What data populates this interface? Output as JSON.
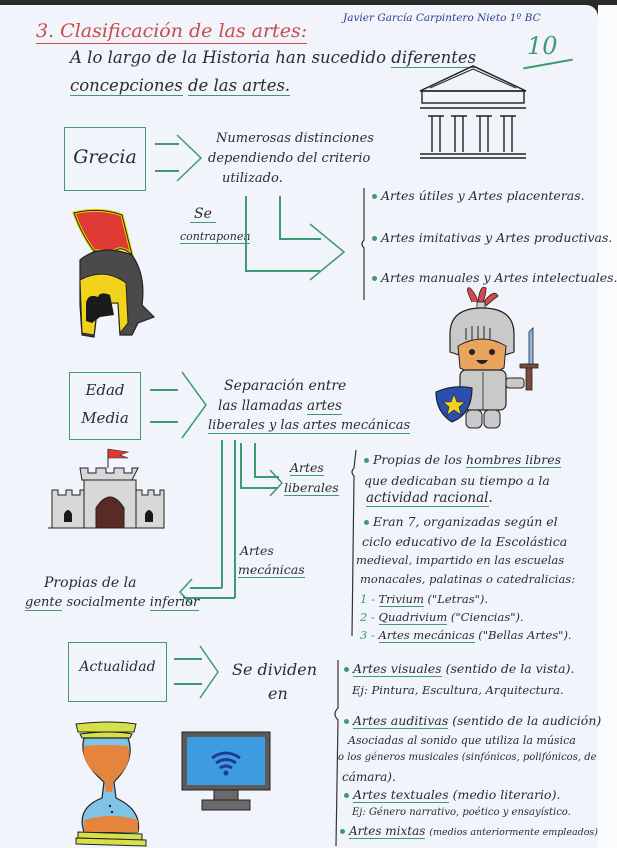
{
  "header": {
    "title": "3. Clasificación de las artes:",
    "author": "Javier García Carpintero Nieto 1º BC",
    "grade": "10"
  },
  "intro": {
    "line1_prefix": "A lo largo de la Historia han sucedido",
    "line1_underlined": "diferentes",
    "line2_underlined": "concepciones",
    "line2_suffix": "de las artes."
  },
  "grecia": {
    "box_label": "Grecia",
    "description": [
      "Numerosas distinciones",
      "dependiendo del criterio",
      "utilizado."
    ],
    "connector_label": [
      "Se",
      "contraponen"
    ],
    "items": [
      "Artes útiles y Artes placenteras.",
      "Artes imitativas y Artes productivas.",
      "Artes manuales y Artes intelectuales."
    ]
  },
  "edad_media": {
    "box_label": [
      "Edad",
      "Media"
    ],
    "description_line1": "Separación entre",
    "description_line2_prefix": "las llamadas",
    "description_line2_underlined": "artes",
    "description_line3": "liberales y las artes mecánicas",
    "liberales": {
      "label": [
        "Artes",
        "liberales"
      ],
      "point1_prefix": "Propias de los",
      "point1_underlined": "hombres libres",
      "point1_line2": "que dedicaban su tiempo a la",
      "point1_line3": "actividad racional",
      "point2_lines": [
        "Eran 7, organizadas según el",
        "ciclo educativo de la Escolástica",
        "medieval, impartido en las escuelas",
        "monacales, palatinas o catedralicias:"
      ],
      "list": [
        {
          "num": "1 -",
          "term": "Trivium",
          "note": "(\"Letras\")."
        },
        {
          "num": "2 -",
          "term": "Quadrivium",
          "note": "(\"Ciencias\")."
        },
        {
          "num": "3 -",
          "term": "Artes mecánicas",
          "note": "(\"Bellas Artes\")."
        }
      ]
    },
    "mecanicas": {
      "label": [
        "Artes",
        "mecánicas"
      ],
      "desc_line1": "Propias de la",
      "desc_underlined1": "gente",
      "desc_middle": "socialmente",
      "desc_underlined2": "inferior"
    }
  },
  "actualidad": {
    "box_label": "Actualidad",
    "description": [
      "Se dividen",
      "en"
    ],
    "items": [
      {
        "term": "Artes visuales",
        "note": "(sentido de la vista).",
        "detail": [
          "Ej: Pintura, Escultura, Arquitectura."
        ]
      },
      {
        "term": "Artes auditivas",
        "note": "(sentido de la audición)",
        "detail": [
          "Asociadas al sonido que utiliza la música",
          "o los géneros musicales (sinfónicos, polifónicos, de",
          "cámara)."
        ]
      },
      {
        "term": "Artes textuales",
        "note": "(medio literario).",
        "detail": [
          "Ej: Género narrativo, poético y ensayístico."
        ]
      },
      {
        "term": "Artes mixtas",
        "note": "(medios anteriormente empleados)",
        "detail": []
      }
    ]
  },
  "illustrations": {
    "temple": "greek-temple-drawing",
    "helmet": "greek-helmet-drawing",
    "knight": "knight-drawing",
    "castle": "castle-drawing",
    "hourglass": "hourglass-drawing",
    "monitor": "wifi-monitor-drawing"
  },
  "colors": {
    "green_ink": "#3d9a72",
    "red_ink": "#c94a4a",
    "paper": "#f1f4fb",
    "pencil": "#2b2b33"
  }
}
